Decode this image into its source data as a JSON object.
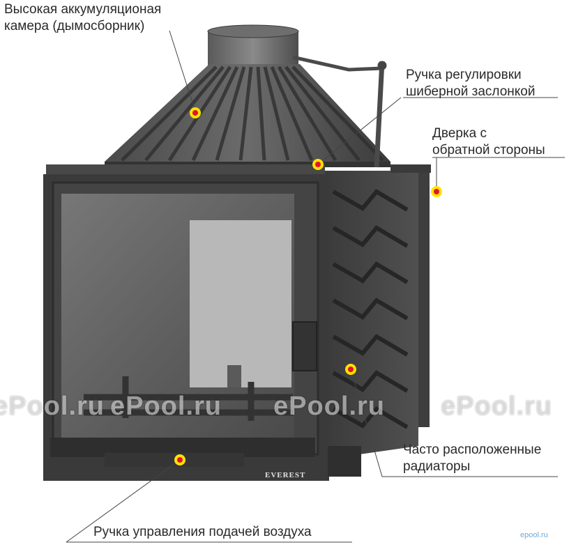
{
  "labels": {
    "chamber": [
      "Высокая аккумуляционая",
      "камера (дымосборник)"
    ],
    "damper": [
      "Ручка регулировки",
      "шиберной заслонкой"
    ],
    "door": [
      "Дверка с",
      "обратной стороны"
    ],
    "radiators": [
      "Часто расположенные",
      "радиаторы"
    ],
    "air": "Ручка управления подачей воздуха"
  },
  "brand_plate": "EVEREST",
  "watermark": "ePool.ru",
  "corner_logo": "epool.ru",
  "colors": {
    "marker_outer": "#ffe400",
    "marker_inner": "#e8112d",
    "leader_line": "#444444",
    "iron_dark": "#3b3b3b",
    "iron_mid": "#555555",
    "glass": "#6a6a6a"
  }
}
